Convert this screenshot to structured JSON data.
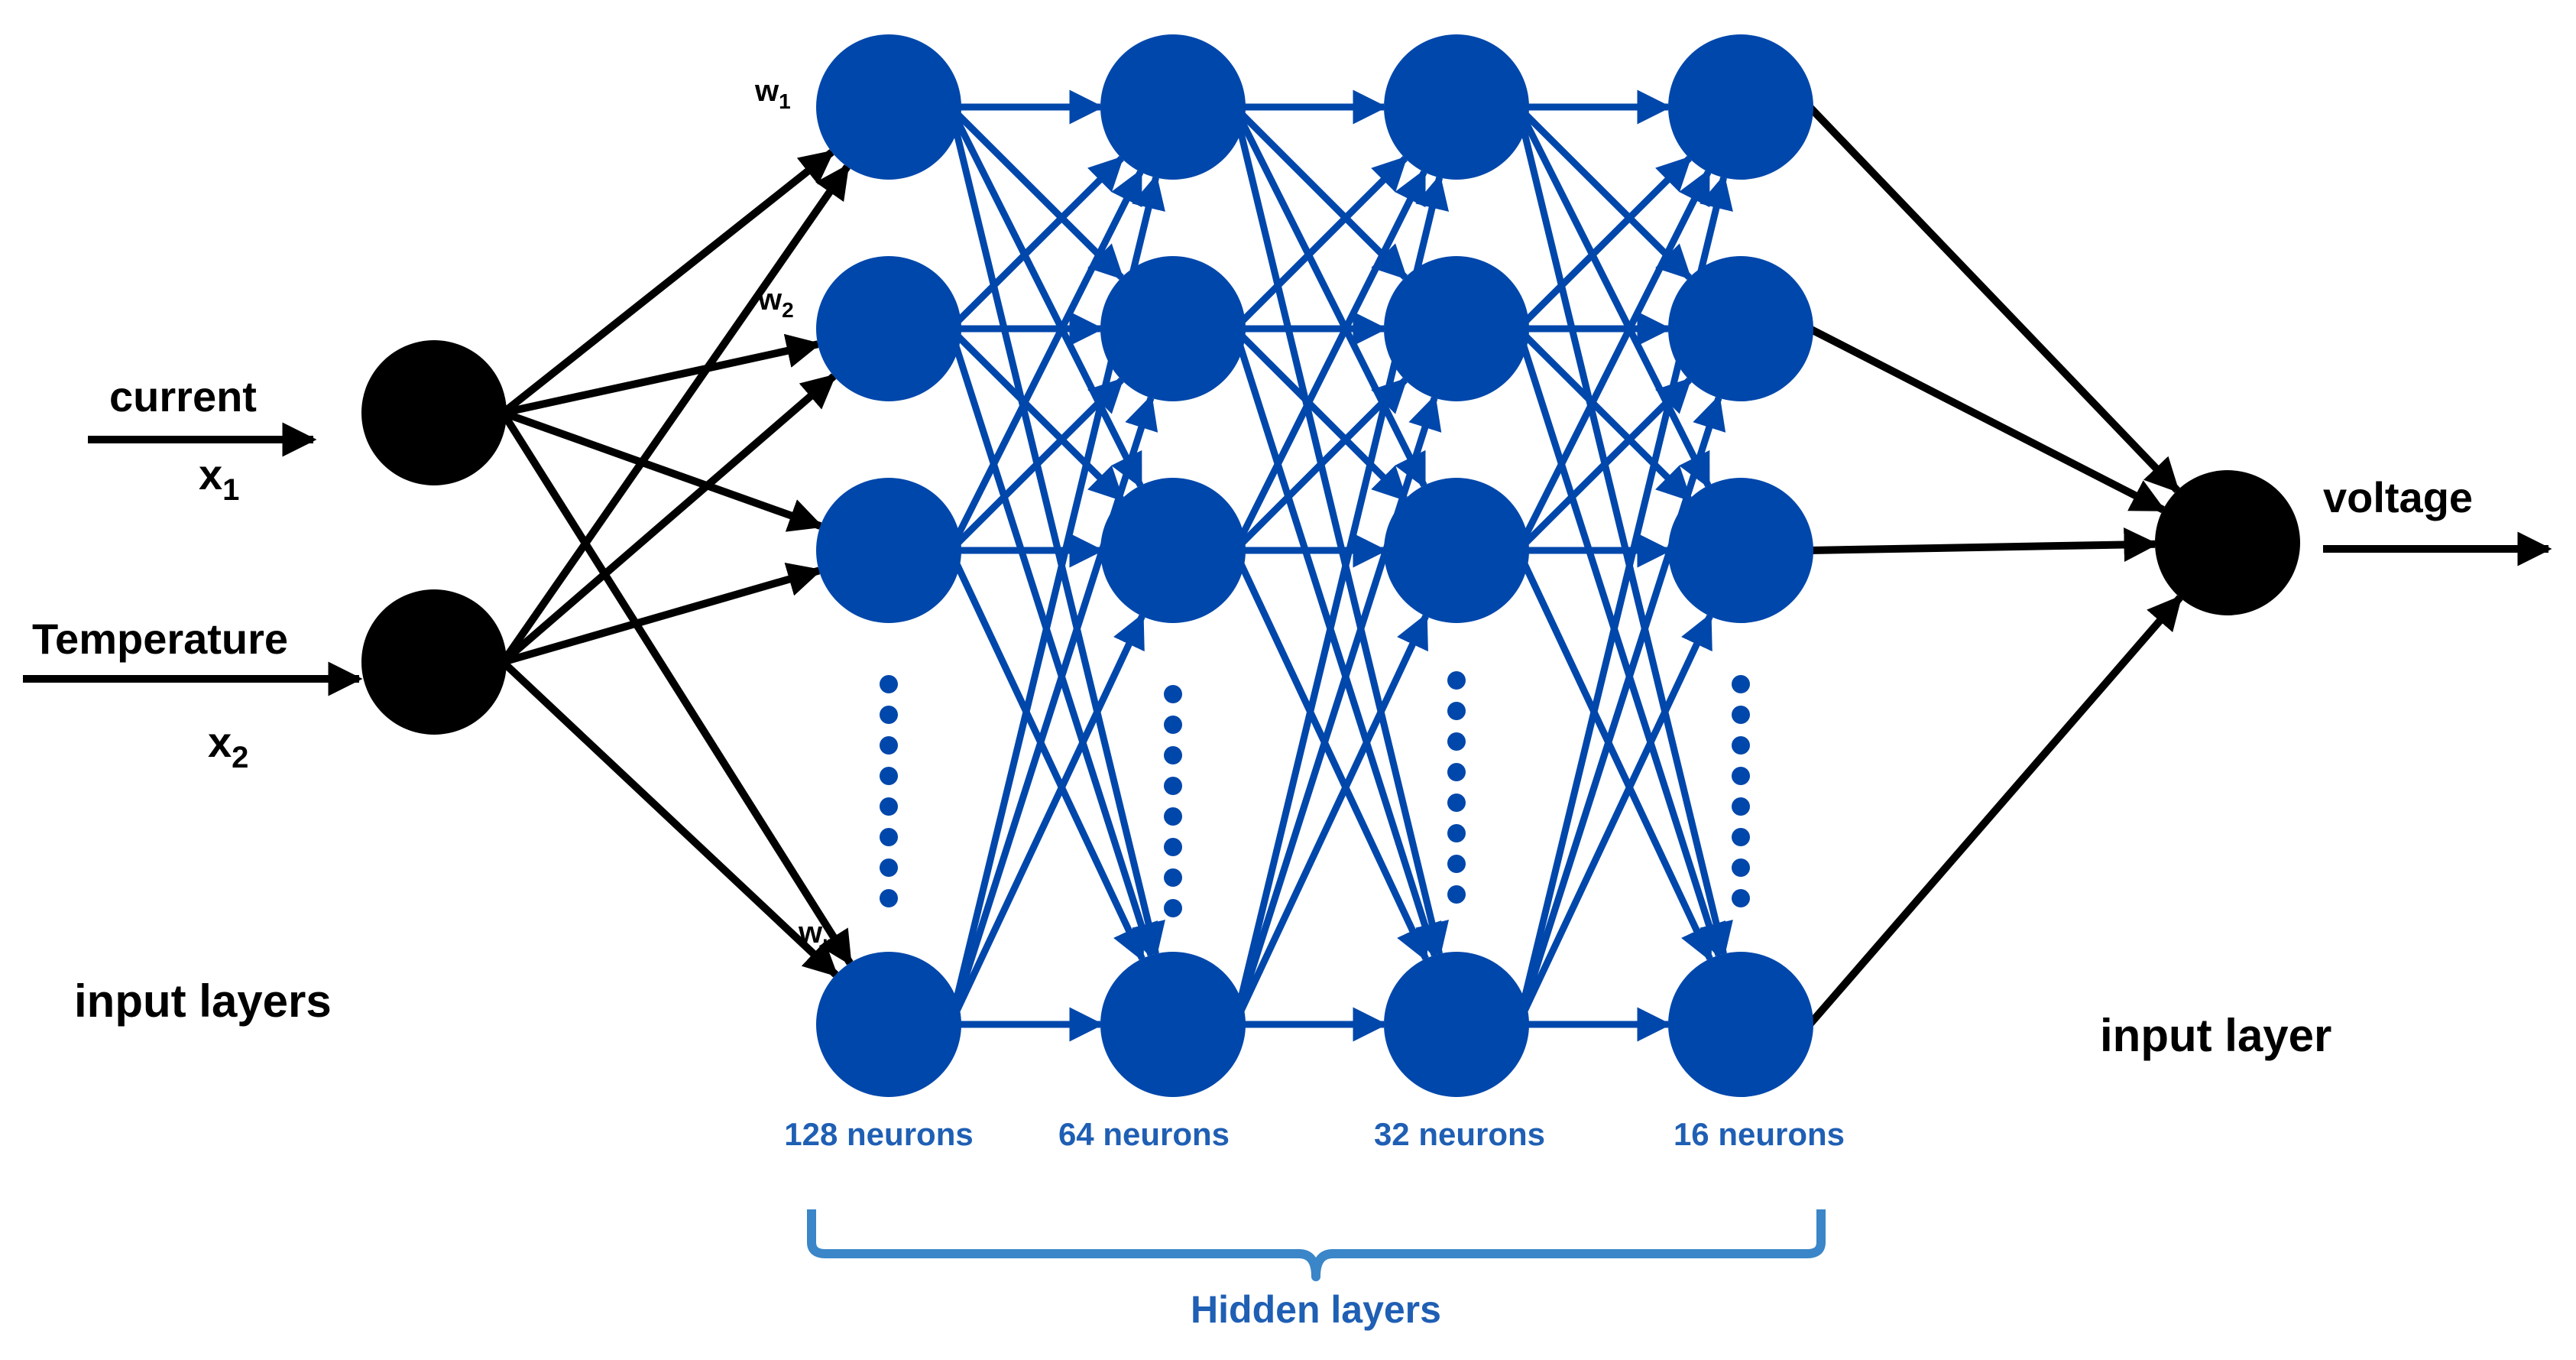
{
  "inputs": [
    {
      "name": "current",
      "symbol": "x",
      "subscript": "1"
    },
    {
      "name": "Temperature",
      "symbol": "x",
      "subscript": "2"
    }
  ],
  "weights": [
    {
      "symbol": "w",
      "subscript": "1"
    },
    {
      "symbol": "w",
      "subscript": "2"
    },
    {
      "symbol": "w",
      "subscript": "n"
    }
  ],
  "hidden_layers": [
    {
      "label": "128 neurons"
    },
    {
      "label": "64 neurons"
    },
    {
      "label": "32 neurons"
    },
    {
      "label": "16 neurons"
    }
  ],
  "hidden_caption": "Hidden layers",
  "input_caption": "input layers",
  "output": {
    "name": "voltage"
  },
  "output_caption": "input layer",
  "colors": {
    "neuron_blue": "#0047ab",
    "label_blue": "#1f5fb4",
    "brace_blue": "#3a86c8",
    "black": "#000000"
  }
}
